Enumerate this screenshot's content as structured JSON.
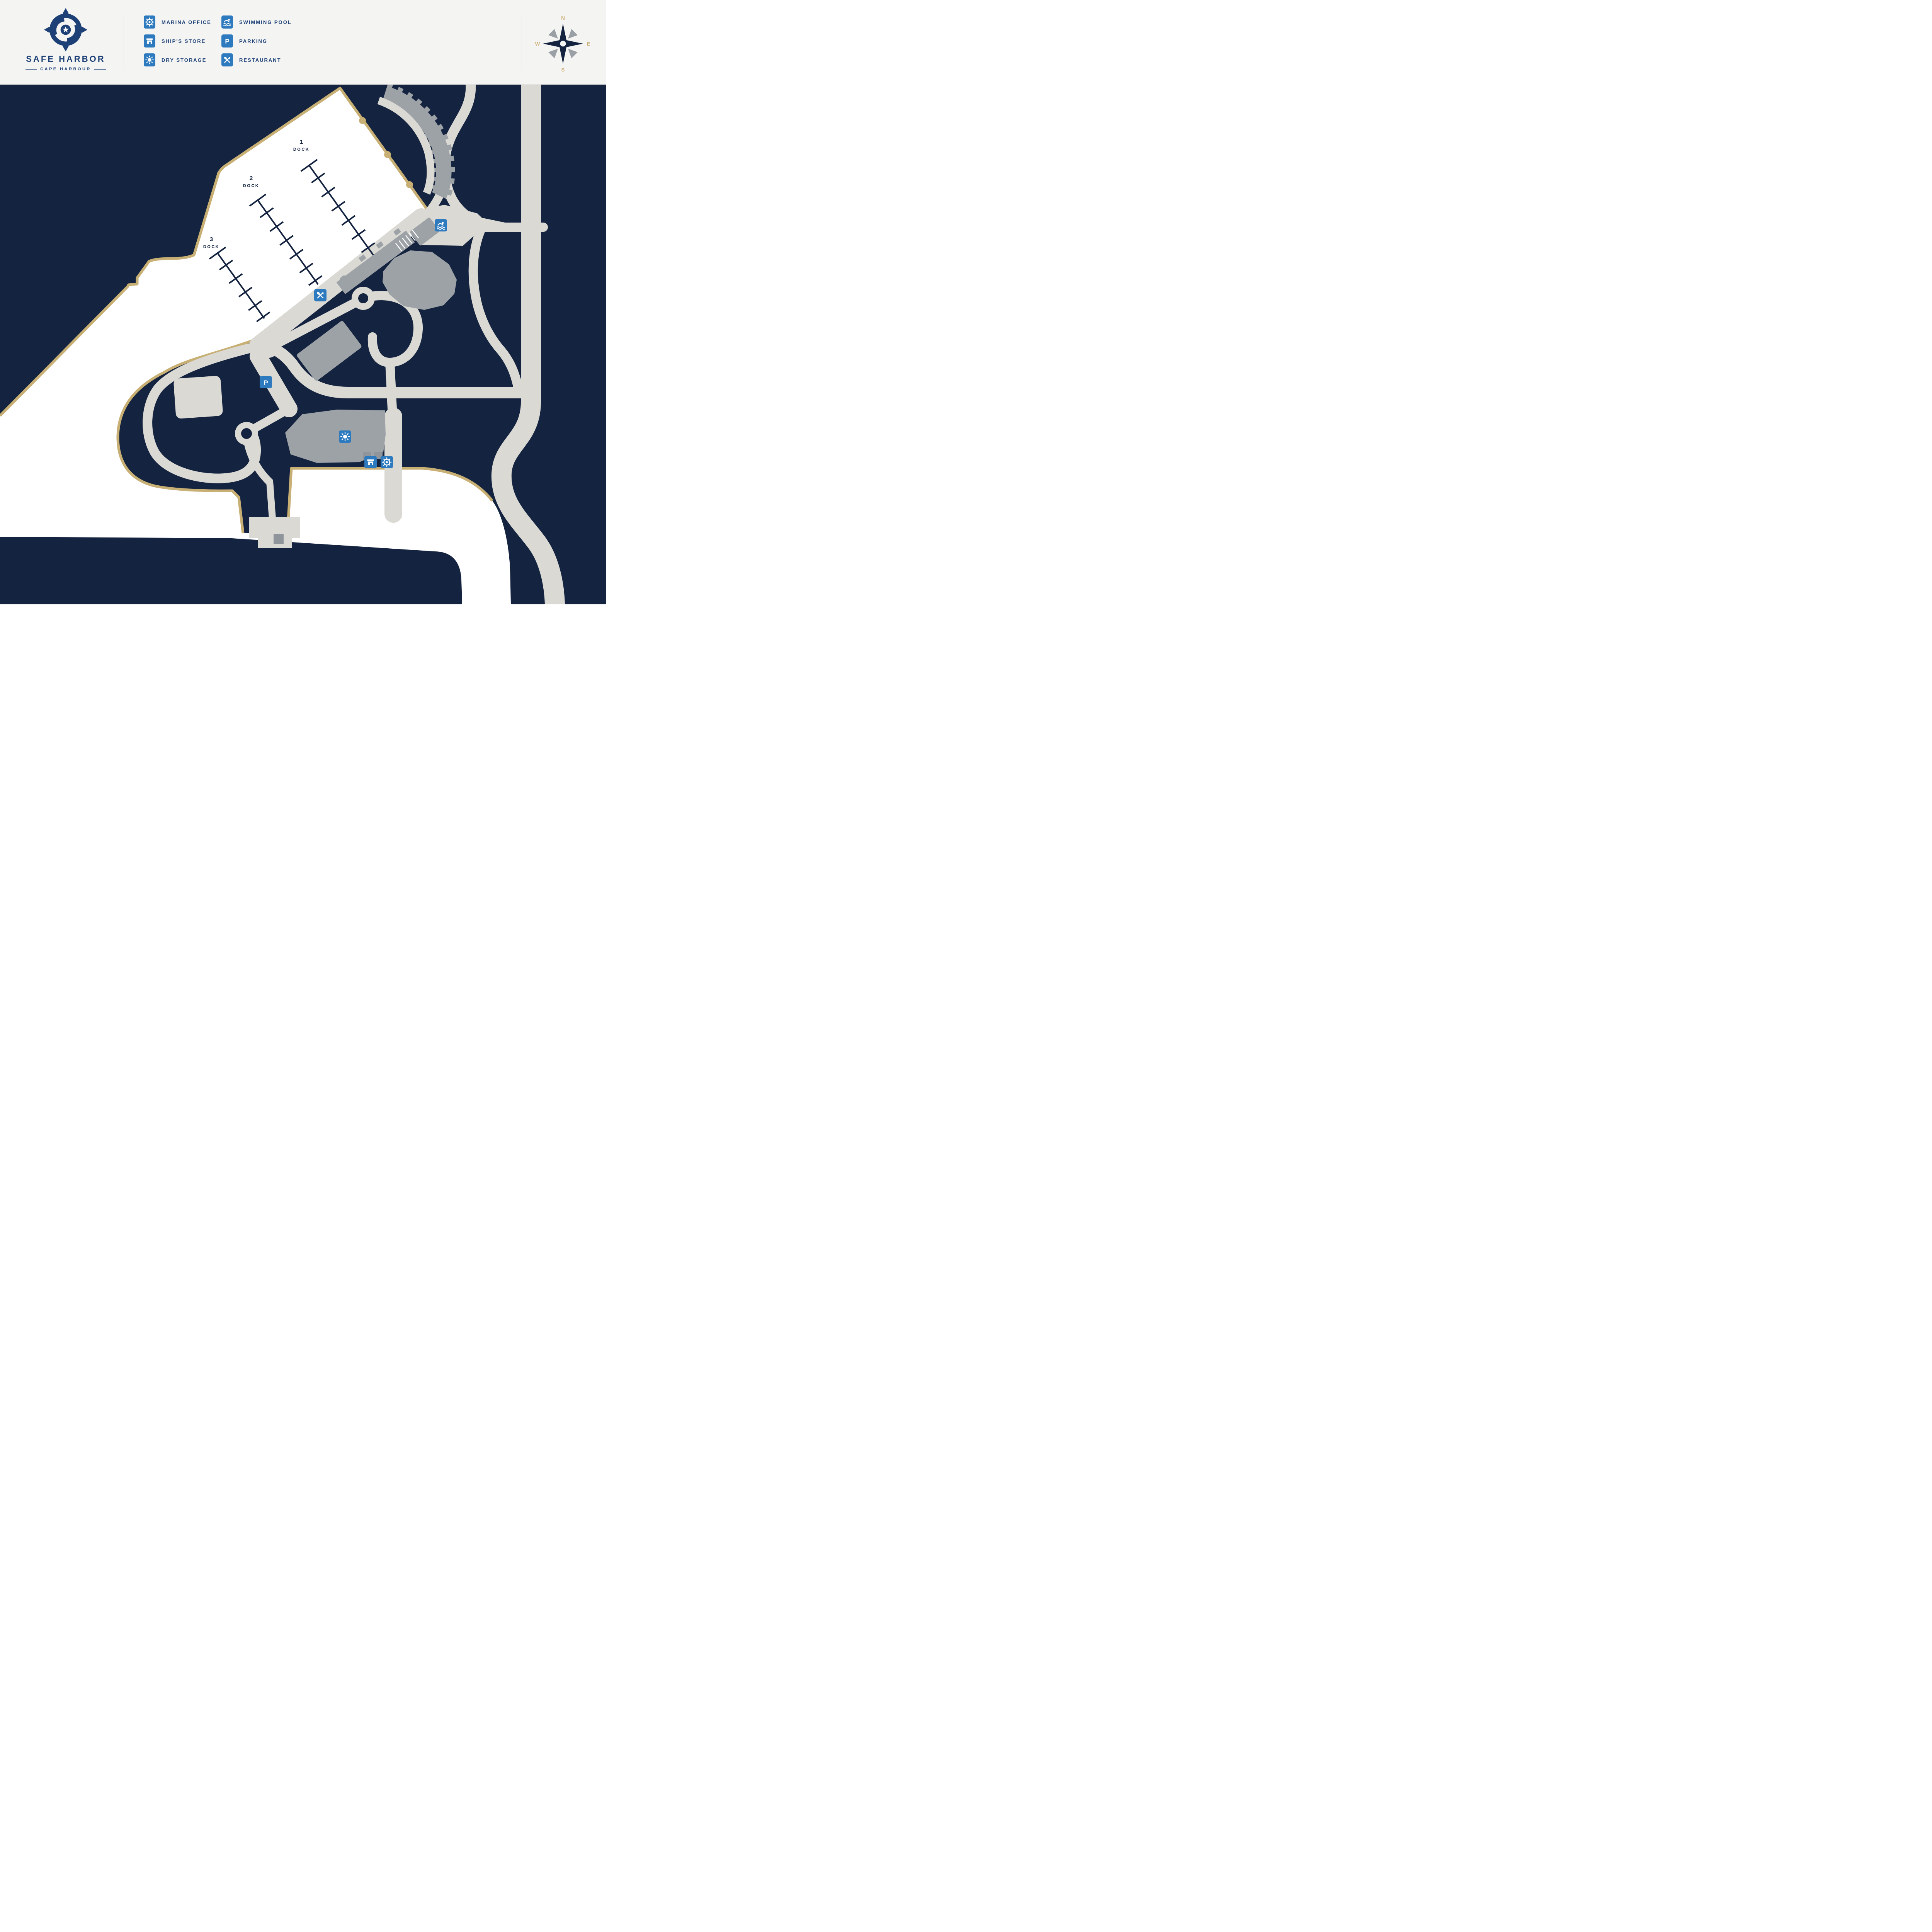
{
  "brand": {
    "title": "SAFE HARBOR",
    "subtitle": "CAPE HARBOUR"
  },
  "legend": {
    "items": [
      {
        "id": "marina-office",
        "label": "MARINA OFFICE"
      },
      {
        "id": "ships-store",
        "label": "SHIP'S STORE"
      },
      {
        "id": "dry-storage",
        "label": "DRY STORAGE"
      },
      {
        "id": "swimming-pool",
        "label": "SWIMMING POOL"
      },
      {
        "id": "parking",
        "label": "PARKING"
      },
      {
        "id": "restaurant",
        "label": "RESTAURANT"
      }
    ],
    "parking_glyph": "P"
  },
  "compass": {
    "north": "N",
    "east": "E",
    "south": "S",
    "west": "W"
  },
  "map": {
    "docks": [
      {
        "number": "1",
        "label": "DOCK"
      },
      {
        "number": "2",
        "label": "DOCK"
      },
      {
        "number": "3",
        "label": "DOCK"
      }
    ],
    "placed_icons": [
      "swimming-pool",
      "restaurant",
      "parking",
      "dry-storage",
      "ships-store",
      "marina-office"
    ]
  },
  "colors": {
    "navy": "#14233f",
    "water": "#ffffff",
    "gold": "#c8af74",
    "road": "#dad9d4",
    "bldg": "#9da2a7",
    "bldg-dark": "#8f959b",
    "badge": "#2e7abf",
    "header-bg": "#f4f4f3",
    "brand-navy": "#1d4076",
    "compass-gray": "#9aa0a6",
    "compass-gold": "#c9ab6d"
  }
}
